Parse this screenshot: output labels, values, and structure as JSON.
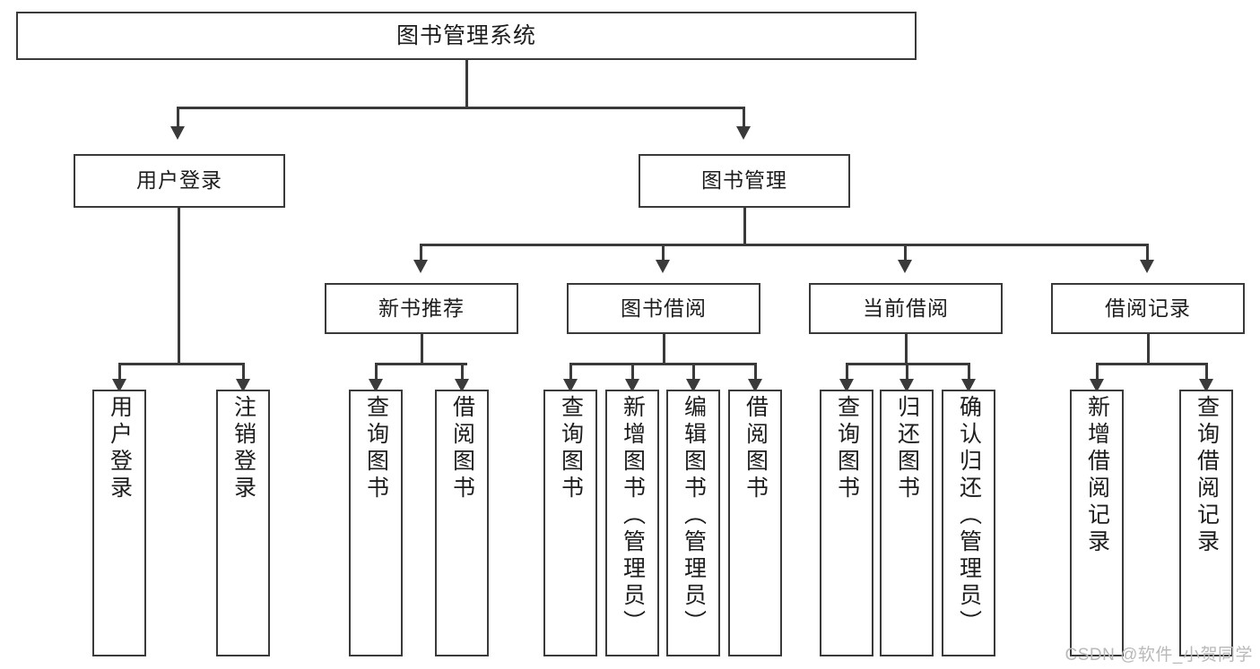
{
  "diagram": {
    "type": "tree",
    "title": "图书管理系统",
    "watermark": "CSDN @软件_小贺同学",
    "colors": {
      "stroke": "#3a3a3a",
      "fill": "#ffffff",
      "watermark": "#b9b9b9"
    },
    "root": {
      "label": "图书管理系统"
    },
    "level1": [
      {
        "label": "用户登录"
      },
      {
        "label": "图书管理"
      }
    ],
    "level2": [
      {
        "label": "新书推荐"
      },
      {
        "label": "图书借阅"
      },
      {
        "label": "当前借阅"
      },
      {
        "label": "借阅记录"
      }
    ],
    "leaves": {
      "user_login": [
        {
          "label": "用户登录"
        },
        {
          "label": "注销登录"
        }
      ],
      "new_book_recommend": [
        {
          "label": "查询图书"
        },
        {
          "label": "借阅图书"
        }
      ],
      "book_borrow": [
        {
          "label": "查询图书"
        },
        {
          "label": "新增图书（管理员）"
        },
        {
          "label": "编辑图书（管理员）"
        },
        {
          "label": "借阅图书"
        }
      ],
      "current_borrow": [
        {
          "label": "查询图书"
        },
        {
          "label": "归还图书"
        },
        {
          "label": "确认归还（管理员）"
        }
      ],
      "borrow_record": [
        {
          "label": "新增借阅记录"
        },
        {
          "label": "查询借阅记录"
        }
      ]
    }
  }
}
